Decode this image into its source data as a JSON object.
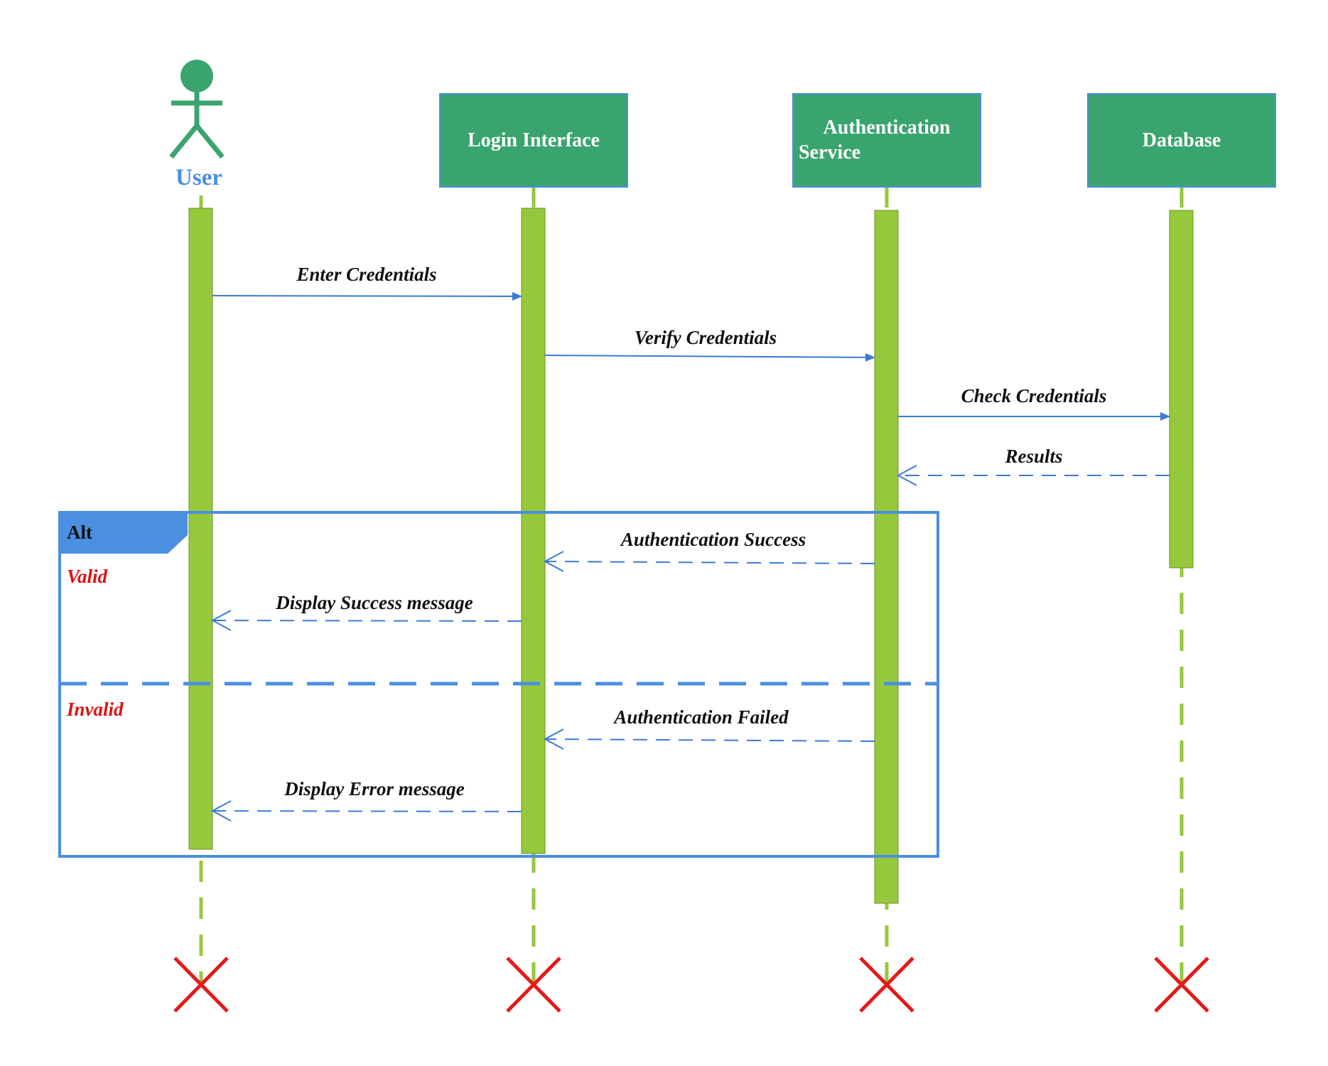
{
  "colors": {
    "participant_fill": "#3aa46e",
    "participant_border": "#4a8fe0",
    "activation": "#96c83c",
    "lifeline": "#96c83c",
    "message": "#3a7bd5",
    "frame": "#4a8fe0",
    "guard_text": "#dd1111",
    "destroy": "#e41a1a",
    "actor": "#3aa46e",
    "actor_label": "#4a8fe0"
  },
  "actor": {
    "label": "User",
    "icon": "stick-figure-icon"
  },
  "participants": [
    {
      "id": "login",
      "lines": [
        "Login Interface"
      ]
    },
    {
      "id": "auth",
      "lines": [
        "Authentication",
        "Service"
      ]
    },
    {
      "id": "db",
      "lines": [
        "Database"
      ]
    }
  ],
  "messages": [
    {
      "label": "Enter Credentials",
      "from": "User",
      "to": "Login Interface",
      "kind": "sync"
    },
    {
      "label": "Verify Credentials",
      "from": "Login Interface",
      "to": "Authentication Service",
      "kind": "sync"
    },
    {
      "label": "Check Credentials",
      "from": "Authentication Service",
      "to": "Database",
      "kind": "sync"
    },
    {
      "label": "Results",
      "from": "Database",
      "to": "Authentication Service",
      "kind": "return"
    },
    {
      "label": "Authentication Success",
      "from": "Authentication Service",
      "to": "Login Interface",
      "kind": "return"
    },
    {
      "label": "Display Success message",
      "from": "Login Interface",
      "to": "User",
      "kind": "return"
    },
    {
      "label": "Authentication Failed",
      "from": "Authentication Service",
      "to": "Login Interface",
      "kind": "return"
    },
    {
      "label": "Display Error message",
      "from": "Login Interface",
      "to": "User",
      "kind": "return"
    }
  ],
  "fragment": {
    "operator": "Alt",
    "guards": [
      "Valid",
      "Invalid"
    ]
  },
  "destroy_icon": "x-mark-icon"
}
